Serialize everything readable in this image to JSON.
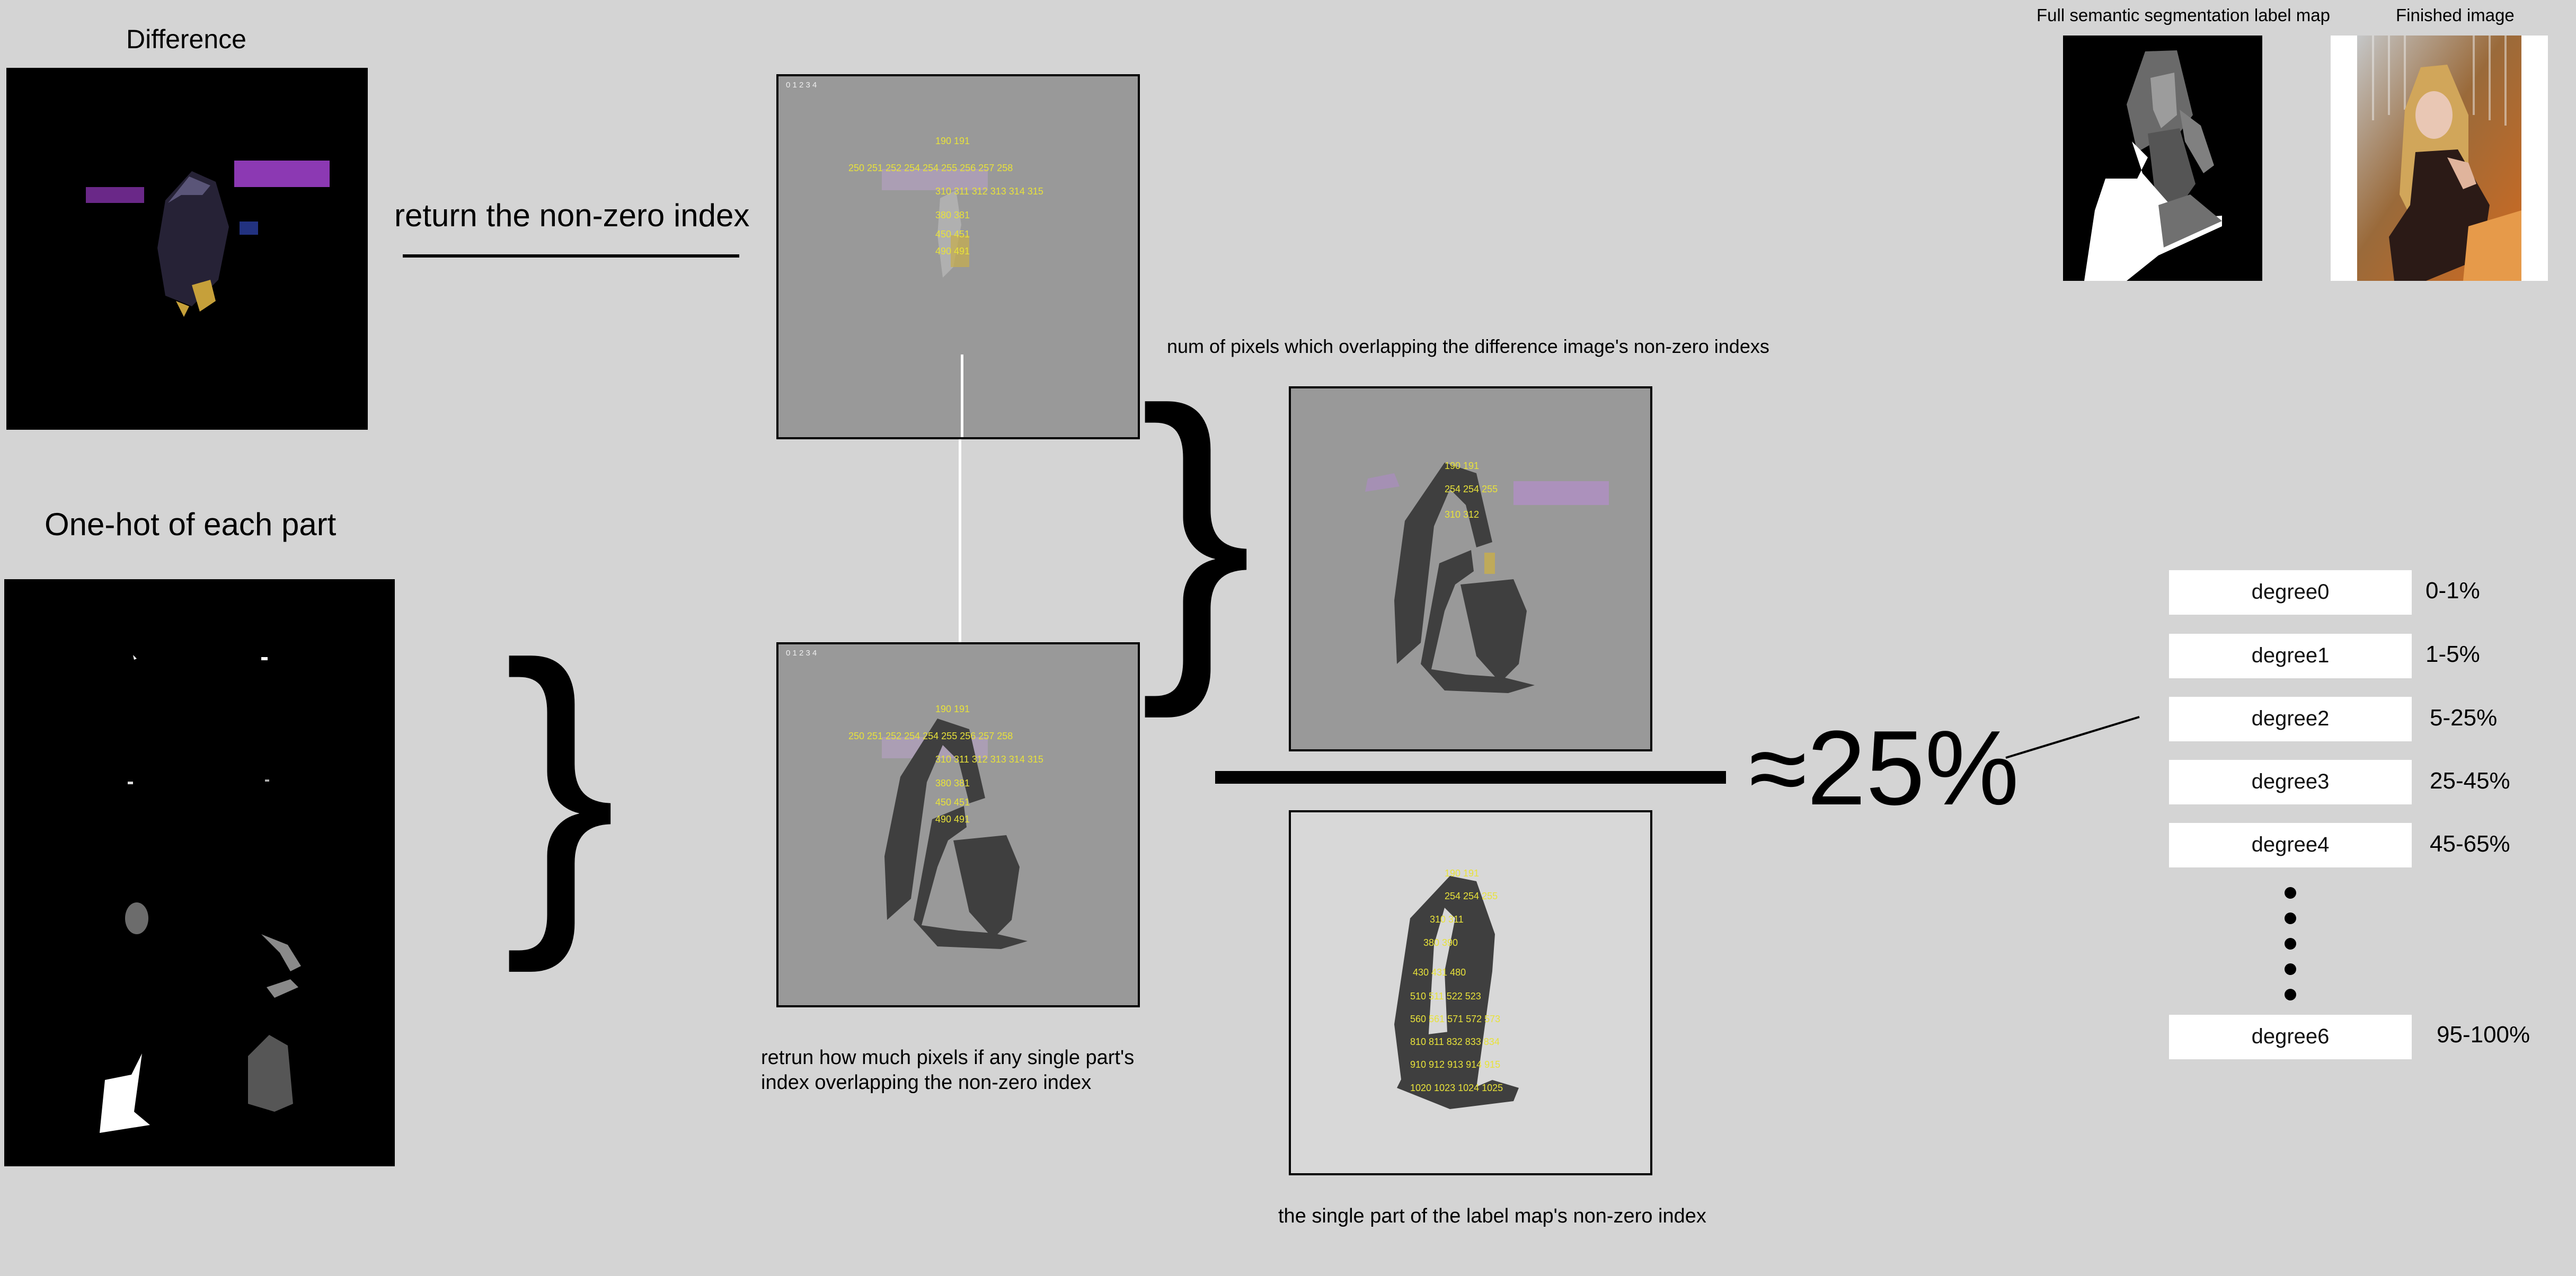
{
  "labels": {
    "difference": "Difference",
    "return_nonzero": "return the non-zero index",
    "onehot": "One-hot of each part",
    "overlap_desc": "num of pixels which overlapping the difference image's non-zero indexs",
    "retrun_line1": "retrun  how much pixels if any single part's",
    "retrun_line2": "index overlapping the non-zero index",
    "single_part": "the single part of the label map's non-zero index",
    "full_map": "Full semantic segmentation label map",
    "finished": "Finished image",
    "approx": "≈25%"
  },
  "index_grid": {
    "top_row": "0  1  2  3  4",
    "rows": [
      "190  191",
      "250  251  252  254  254  255  256  257  258",
      "310  311  312  313  314  315",
      "380  381",
      "450  451",
      "490  491"
    ]
  },
  "overlap_grid": {
    "rows": [
      "190  191",
      "254  254  255",
      "310          312"
    ]
  },
  "part_grid": {
    "rows": [
      "190  191",
      "254  254  255",
      "310           311",
      "380           390",
      "430  431          480",
      "510  511     522  523",
      "560  561     571  572  573",
      "810  811     832  833  834",
      "910  912     913  914  915",
      "1020        1023 1024 1025"
    ]
  },
  "degrees": [
    {
      "label": "degree0",
      "range": "0-1%"
    },
    {
      "label": "degree1",
      "range": "1-5%"
    },
    {
      "label": "degree2",
      "range": "5-25%"
    },
    {
      "label": "degree3",
      "range": "25-45%"
    },
    {
      "label": "degree4",
      "range": "45-65%"
    },
    {
      "label": "degree6",
      "range": "95-100%"
    }
  ],
  "colors": {
    "background": "#d4d4d4",
    "grid_text": "#e8e23a",
    "panel_gray": "#9a9a9a",
    "part_dark": "#3f3f3f",
    "purple_region": "#a070c0"
  }
}
